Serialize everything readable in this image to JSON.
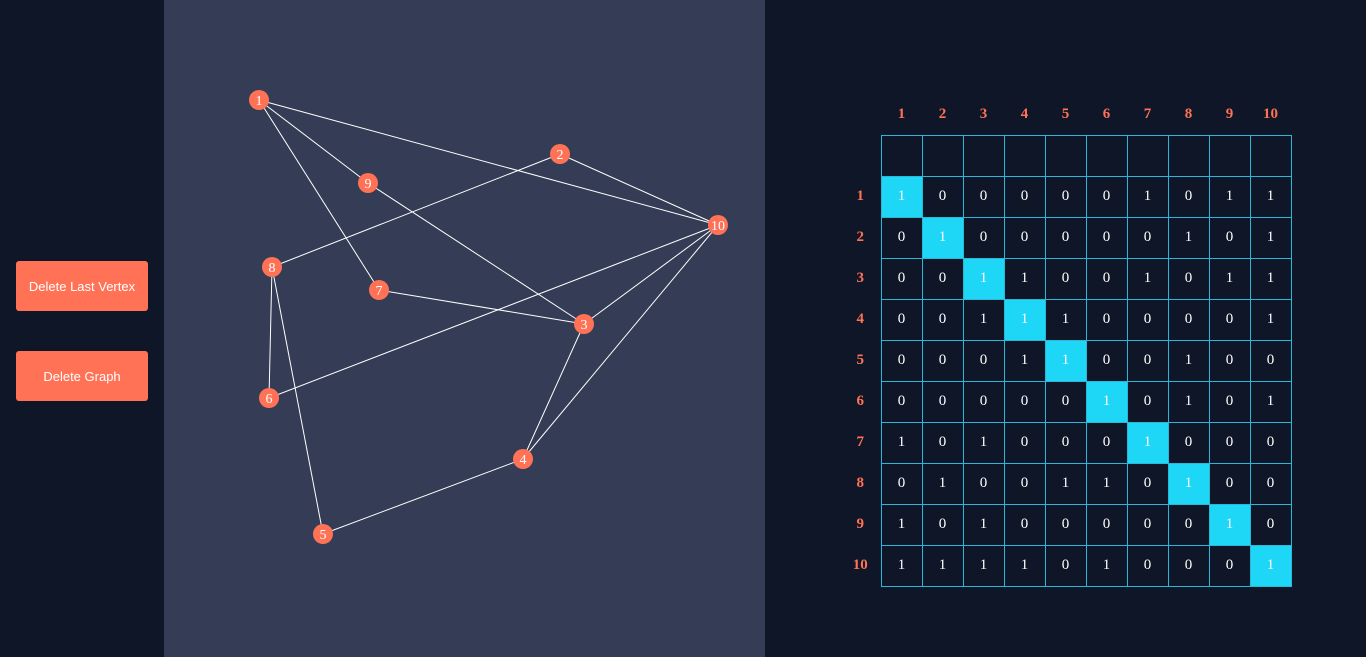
{
  "toolbar": {
    "delete_last_vertex_label": "Delete Last Vertex",
    "delete_graph_label": "Delete Graph"
  },
  "colors": {
    "page_background": "#0e1628",
    "canvas_background": "#343d55",
    "accent": "#ff7256",
    "matrix_highlight": "#1ed6f5",
    "matrix_border": "#2bb8d8"
  },
  "graph": {
    "vertices": [
      {
        "id": 1,
        "label": "1"
      },
      {
        "id": 2,
        "label": "2"
      },
      {
        "id": 3,
        "label": "3"
      },
      {
        "id": 4,
        "label": "4"
      },
      {
        "id": 5,
        "label": "5"
      },
      {
        "id": 6,
        "label": "6"
      },
      {
        "id": 7,
        "label": "7"
      },
      {
        "id": 8,
        "label": "8"
      },
      {
        "id": 9,
        "label": "9"
      },
      {
        "id": 10,
        "label": "10"
      }
    ],
    "edges": [
      [
        1,
        7
      ],
      [
        1,
        9
      ],
      [
        1,
        10
      ],
      [
        2,
        8
      ],
      [
        2,
        10
      ],
      [
        3,
        4
      ],
      [
        3,
        7
      ],
      [
        3,
        9
      ],
      [
        3,
        10
      ],
      [
        4,
        5
      ],
      [
        4,
        10
      ],
      [
        5,
        8
      ],
      [
        6,
        8
      ],
      [
        6,
        10
      ]
    ]
  },
  "matrix": {
    "headers": [
      "1",
      "2",
      "3",
      "4",
      "5",
      "6",
      "7",
      "8",
      "9",
      "10"
    ],
    "rows": [
      [
        1,
        0,
        0,
        0,
        0,
        0,
        1,
        0,
        1,
        1
      ],
      [
        0,
        1,
        0,
        0,
        0,
        0,
        0,
        1,
        0,
        1
      ],
      [
        0,
        0,
        1,
        1,
        0,
        0,
        1,
        0,
        1,
        1
      ],
      [
        0,
        0,
        1,
        1,
        1,
        0,
        0,
        0,
        0,
        1
      ],
      [
        0,
        0,
        0,
        1,
        1,
        0,
        0,
        1,
        0,
        0
      ],
      [
        0,
        0,
        0,
        0,
        0,
        1,
        0,
        1,
        0,
        1
      ],
      [
        1,
        0,
        1,
        0,
        0,
        0,
        1,
        0,
        0,
        0
      ],
      [
        0,
        1,
        0,
        0,
        1,
        1,
        0,
        1,
        0,
        0
      ],
      [
        1,
        0,
        1,
        0,
        0,
        0,
        0,
        0,
        1,
        0
      ],
      [
        1,
        1,
        1,
        1,
        0,
        1,
        0,
        0,
        0,
        1
      ]
    ]
  }
}
